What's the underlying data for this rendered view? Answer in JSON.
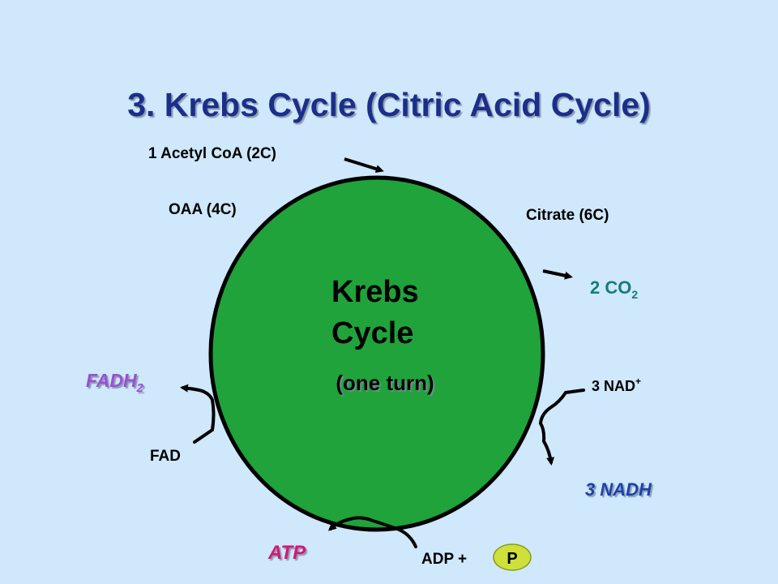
{
  "title": "3. Krebs Cycle (Citric Acid Cycle)",
  "cycle": {
    "name_line1": "Krebs",
    "name_line2": "Cycle",
    "subtitle": "(one turn)"
  },
  "inputs_outputs": {
    "acetyl_coa": "1 Acetyl CoA (2C)",
    "oaa": "OAA (4C)",
    "citrate": "Citrate (6C)",
    "co2": {
      "prefix": "2 CO",
      "sub": "2"
    },
    "nad": {
      "prefix": "3 NAD",
      "sup": "+"
    },
    "nadh": "3 NADH",
    "adp": "ADP +",
    "phosphate": "P",
    "atp": "ATP",
    "fad": "FAD",
    "fadh": {
      "prefix": "FADH",
      "sub": "2"
    }
  },
  "colors": {
    "background": "#cfe8fb",
    "title": "#1a2f8c",
    "circle_fill": "#1fa33a",
    "co2": "#157d7a",
    "nadh": "#1f3fb0",
    "atp": "#d4177a",
    "fadh2": "#9a4fd6",
    "phosphate_fill": "#cfe03a"
  }
}
